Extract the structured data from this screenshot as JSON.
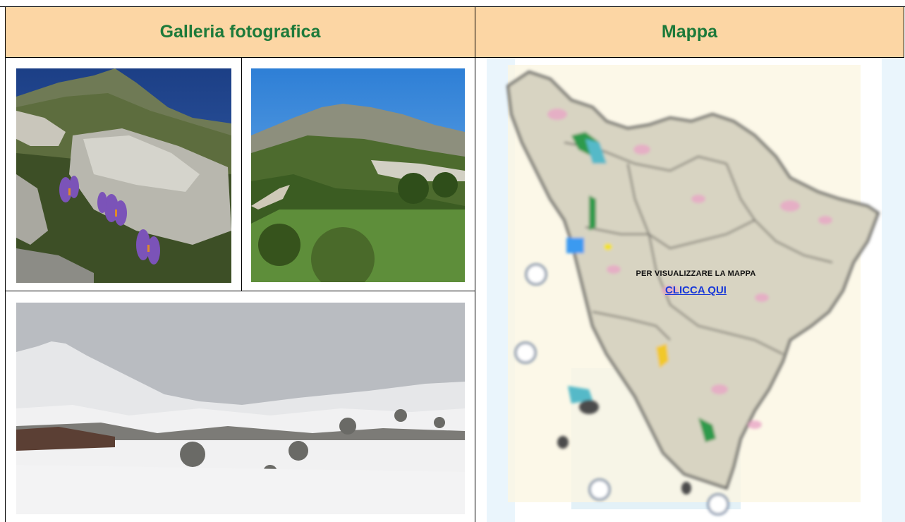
{
  "gallery": {
    "title": "Galleria fotografica",
    "photos": [
      {
        "name": "crocus-rocks-photo"
      },
      {
        "name": "green-hill-path-photo"
      },
      {
        "name": "snowy-hill-photo"
      }
    ]
  },
  "map": {
    "title": "Mappa",
    "caption": "PER VISUALIZZARE LA MAPPA",
    "link_label": "CLICCA QUI"
  },
  "colors": {
    "header_bg": "#fcd6a4",
    "header_text": "#1d7a3a",
    "link": "#1a3ad8"
  }
}
